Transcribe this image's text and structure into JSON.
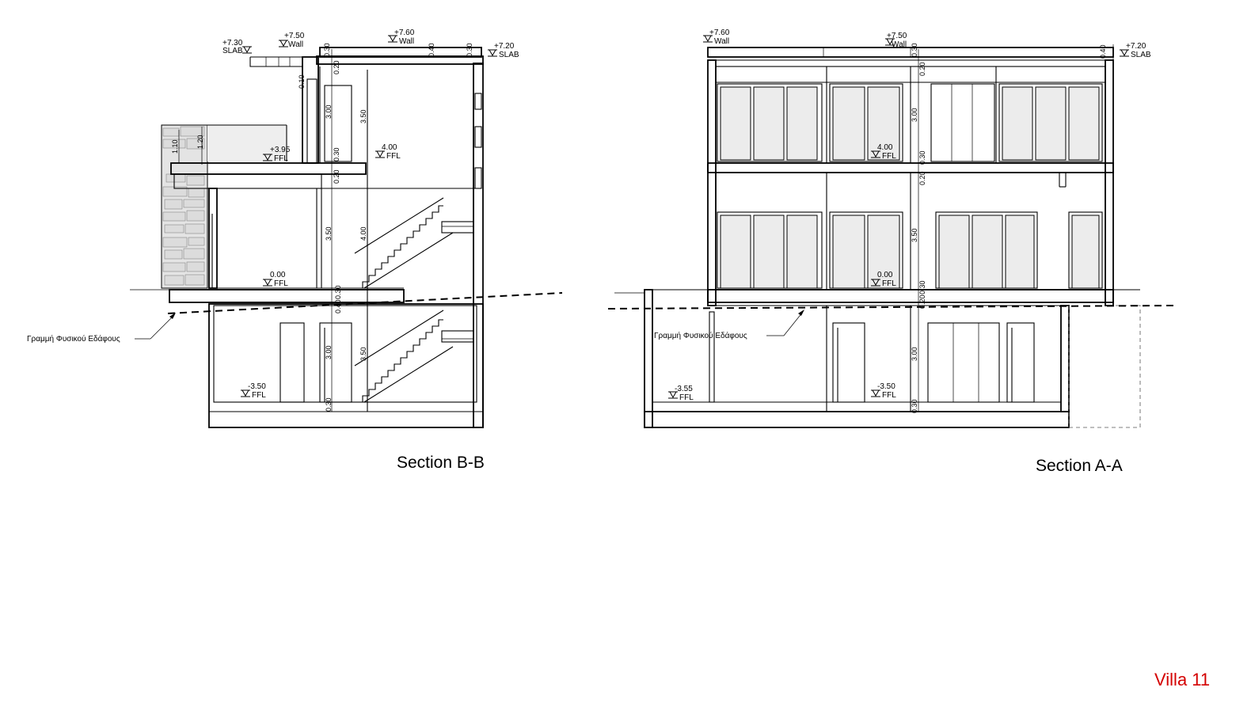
{
  "sections": {
    "bb": {
      "title": "Section B-B",
      "levels": {
        "slab_top": {
          "value": "+7.30",
          "tag": "SLAB"
        },
        "wall_left": {
          "value": "+7.50",
          "tag": "Wall"
        },
        "wall_top": {
          "value": "+7.60",
          "tag": "Wall"
        },
        "slab_right": {
          "value": "+7.20",
          "tag": "SLAB"
        },
        "terrace": {
          "value": "+3.95",
          "tag": "FFL"
        },
        "first_floor": {
          "value": "4.00",
          "tag": "FFL"
        },
        "ground": {
          "value": "0.00",
          "tag": "FFL"
        },
        "basement": {
          "value": "-3.50",
          "tag": "FFL"
        }
      },
      "dims": {
        "d030_a": "0.30",
        "d030_b": "0.30",
        "d010": "0.10",
        "d040": "0.40",
        "d020_top": "0.20",
        "d300_top": "3.00",
        "d350_tall": "3.50",
        "d110": "1.10",
        "d120": "1.20",
        "d030_mid": "0.30",
        "d020_mid": "0.20",
        "d350_gf": "3.50",
        "d400_stair": "4.00",
        "d030_gnd": "0.30",
        "d040_gnd": "0.40",
        "d300_bsm": "3.00",
        "d350_bsm": "3.50",
        "d030_bot": "0.30"
      },
      "ground_line_label": "Γραμμή Φυσικού Εδάφους"
    },
    "aa": {
      "title": "Section A-A",
      "levels": {
        "wall_left": {
          "value": "+7.60",
          "tag": "Wall"
        },
        "wall_mid": {
          "value": "+7.50",
          "tag": "Wall"
        },
        "slab_right": {
          "value": "+7.20",
          "tag": "SLAB"
        },
        "first_floor": {
          "value": "4.00",
          "tag": "FFL"
        },
        "ground": {
          "value": "0.00",
          "tag": "FFL"
        },
        "basement_left": {
          "value": "-3.55",
          "tag": "FFL"
        },
        "basement_mid": {
          "value": "-3.50",
          "tag": "FFL"
        }
      },
      "dims": {
        "d030_top": "0.30",
        "d020_top": "0.20",
        "d300_top": "3.00",
        "d030_mid": "0.30",
        "d020_mid": "0.20",
        "d350_gf": "3.50",
        "d030_gnd": "0.30",
        "d020_gnd": "0.20",
        "d300_bsm": "3.00",
        "d030_bot": "0.30",
        "d040_r": "0.40"
      },
      "ground_line_label": "Γραμμή Φυσικού Εδάφους"
    }
  },
  "project_label": "Villa 11"
}
